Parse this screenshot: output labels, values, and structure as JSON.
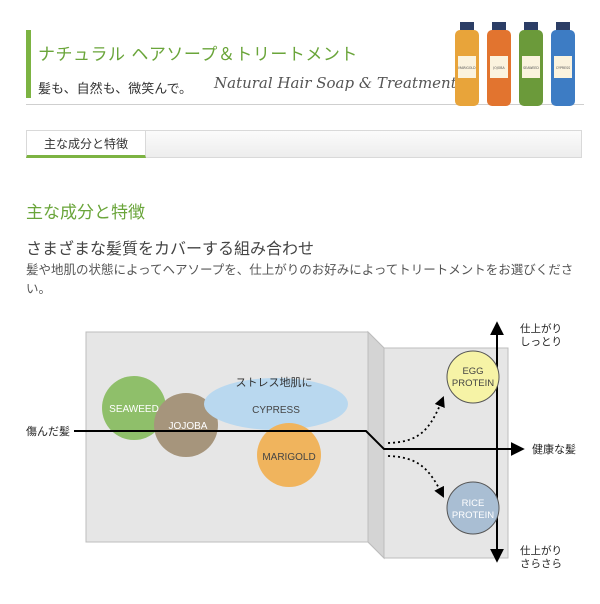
{
  "header": {
    "title": "ナチュラル ヘアソープ＆トリートメント",
    "tagline": "髪も、自然も、微笑んで。",
    "english_title": "Natural Hair Soap & Treatment",
    "bottle_labels": [
      "MARIGOLD",
      "JOJOBA",
      "SEAWEED",
      "CYPRESS"
    ]
  },
  "tabs": [
    {
      "label": "主な成分と特徴"
    }
  ],
  "section": {
    "title": "主な成分と特徴",
    "subtitle": "さまざまな髪質をカバーする組み合わせ",
    "description": "髪や地肌の状態によってヘアソープを、仕上がりのお好みによってトリートメントをお選びください。"
  },
  "diagram": {
    "left_label": "傷んだ髪",
    "right_label": "健康な髪",
    "top_label_1": "仕上がり",
    "top_label_2": "しっとり",
    "bottom_label_1": "仕上がり",
    "bottom_label_2": "さらさら",
    "cypress_note": "ストレス地肌に",
    "ingredients": [
      {
        "name": "SEAWEED",
        "color": "#8fbf6a"
      },
      {
        "name": "JOJOBA",
        "color": "#a6957c"
      },
      {
        "name": "CYPRESS",
        "color": "#b9d8ef"
      },
      {
        "name": "MARIGOLD",
        "color": "#f0b45d"
      }
    ],
    "egg_line1": "EGG",
    "egg_line2": "PROTEIN",
    "egg_color": "#f6f3a6",
    "rice_line1": "RICE",
    "rice_line2": "PROTEIN",
    "rice_color": "#a9bed3"
  },
  "colors": {
    "accent": "#7cb342",
    "panel": "#e6e6e6"
  }
}
